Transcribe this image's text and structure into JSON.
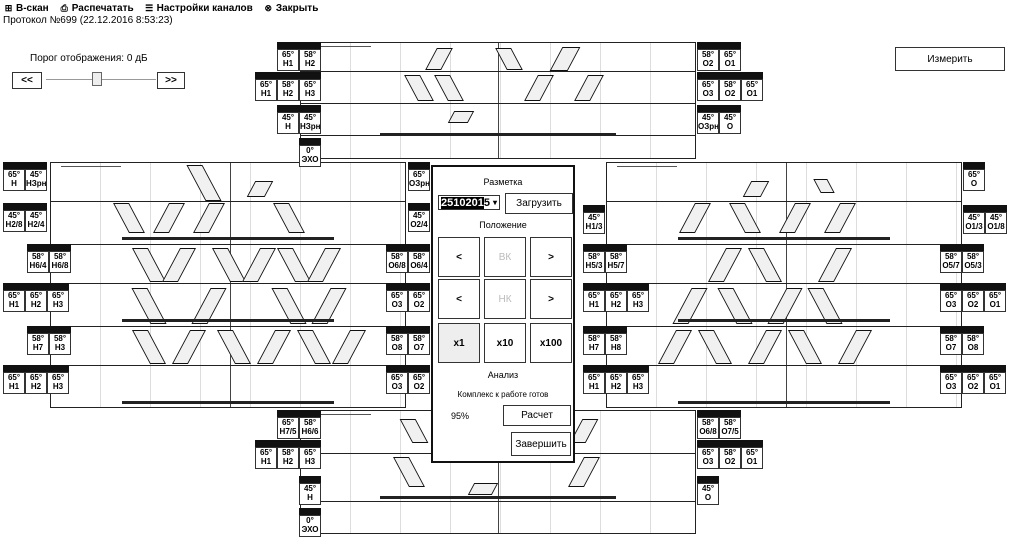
{
  "toolbar": {
    "items": [
      {
        "label": "В-скан",
        "icon": "bscan-icon"
      },
      {
        "label": "Распечатать",
        "icon": "printer-icon"
      },
      {
        "label": "Настройки каналов",
        "icon": "list-icon"
      },
      {
        "label": "Закрыть",
        "icon": "close-circle-icon"
      }
    ]
  },
  "protocol": "Протокол №699 (22.12.2016 8:53:23)",
  "threshold": {
    "label": "Порог отображения: 0 дБ",
    "prev": "<<",
    "next": ">>"
  },
  "measure_button": "Измерить",
  "dialog": {
    "marking_title": "Разметка",
    "marking_value_selected": "2510201",
    "marking_value_rest": "5",
    "load_button": "Загрузить",
    "position_title": "Положение",
    "vk_left": "<",
    "vk_label": "ВК",
    "vk_right": ">",
    "nk_left": "<",
    "nk_label": "НК",
    "nk_right": ">",
    "x1": "x1",
    "x10": "x10",
    "x100": "x100",
    "analysis_title": "Анализ",
    "status": "Комплекс к работе готов",
    "percent": "95%",
    "calc_button": "Расчет",
    "finish_button": "Завершить"
  },
  "channel_labels": {
    "top_left": [
      "65°\nН1",
      "58°\nН2",
      "65°\nН1",
      "58°\nН2",
      "65°\nН3",
      "45°\nН",
      "45°\nНЗрн",
      "0°\nЭХО"
    ],
    "top_right": [
      "58°\nО2",
      "65°\nО1",
      "65°\nО3",
      "58°\nО2",
      "65°\nО1",
      "45°\nОЗрн",
      "45°\nО"
    ],
    "mid_left": [
      "65°\nН",
      "45°\nНЗрн",
      "45°\nН2/8",
      "45°\nН2/4",
      "58°\nН6/4",
      "58°\nН6/8",
      "65°\nН1",
      "65°\nН2",
      "65°\nН3",
      "58°\nН7",
      "58°\nН3",
      "65°\nН1",
      "65°\nН2",
      "65°\nН3"
    ],
    "mid_center_left": [
      "65°\nОЗрн",
      "45°\nО2/4",
      "58°\nО6/8",
      "58°\nО6/4",
      "65°\nО3",
      "65°\nО2",
      "58°\nО8",
      "58°\nО7",
      "65°\nО3",
      "65°\nО2"
    ],
    "mid_center_right": [
      "45°\nН1/3",
      "58°\nН5/3",
      "58°\nН5/7",
      "65°\nН1",
      "65°\nН2",
      "65°\nН3",
      "58°\nН7",
      "58°\nН8",
      "65°\nН1",
      "65°\nН2",
      "65°\nН3"
    ],
    "mid_right": [
      "65°\nО",
      "45°\nО1/3",
      "45°\nО1/8",
      "58°\nО5/7",
      "58°\nО5/3",
      "65°\nО3",
      "65°\nО2",
      "65°\nО1",
      "58°\nО7",
      "58°\nО8",
      "65°\nО3",
      "65°\nО2",
      "65°\nО1"
    ],
    "bottom_left": [
      "65°\nН7/5",
      "58°\nН6/6",
      "65°\nН1",
      "58°\nН2",
      "65°\nН3",
      "45°\nН",
      "0°\nЭХО"
    ],
    "bottom_right": [
      "58°\nО6/8",
      "58°\nО7/5",
      "65°\nО3",
      "58°\nО2",
      "65°\nО1",
      "45°\nО"
    ]
  },
  "colors": {
    "accent": "#000000",
    "panel_border": "#222222"
  }
}
